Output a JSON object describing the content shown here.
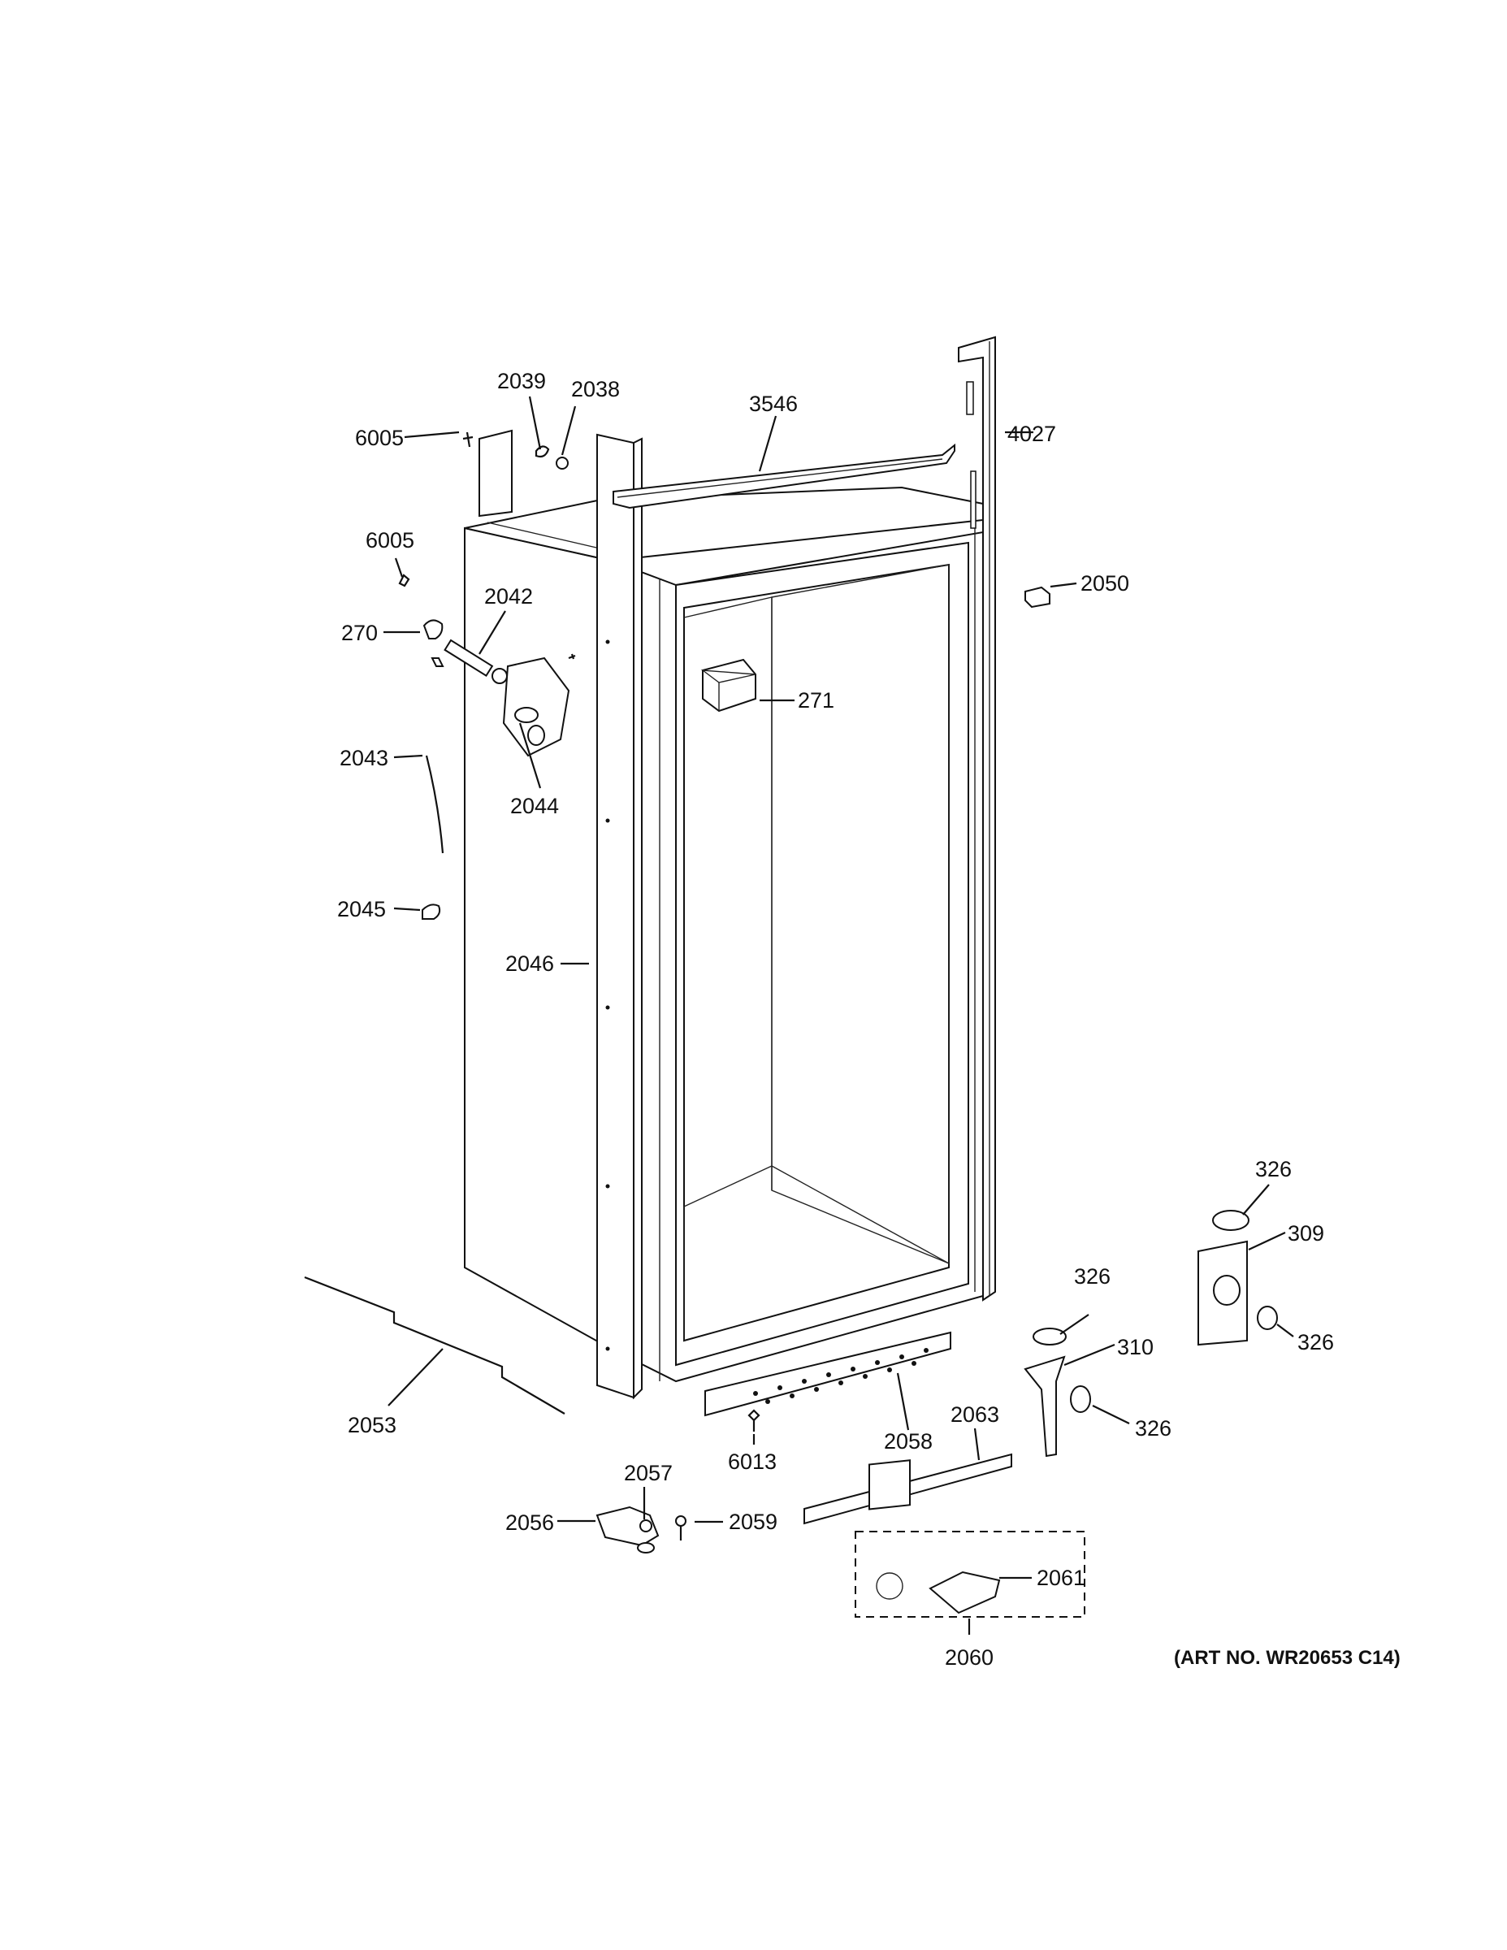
{
  "diagram": {
    "art_number": "(ART NO. WR20653 C14)",
    "callouts": {
      "p6005a": "6005",
      "p2039": "2039",
      "p2038": "2038",
      "p3546": "3546",
      "p4027": "4027",
      "p6005b": "6005",
      "p2042": "2042",
      "p2050": "2050",
      "p270": "270",
      "p271": "271",
      "p2043": "2043",
      "p2044": "2044",
      "p2045": "2045",
      "p2046": "2046",
      "p326a": "326",
      "p309": "309",
      "p326b": "326",
      "p326c": "326",
      "p310": "310",
      "p326d": "326",
      "p2053": "2053",
      "p2058": "2058",
      "p2063": "2063",
      "p6013": "6013",
      "p2057": "2057",
      "p2056": "2056",
      "p2059": "2059",
      "p2061": "2061",
      "p2060": "2060"
    }
  }
}
